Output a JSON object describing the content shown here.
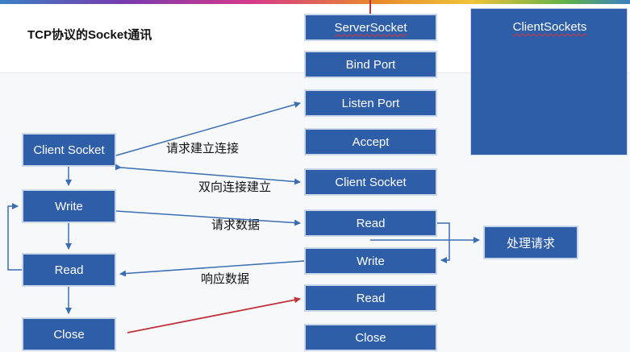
{
  "title": "TCP协议的Socket通讯",
  "server_column": [
    "ServerSocket",
    "Bind Port",
    "Listen Port",
    "Accept",
    "Client Socket",
    "Read",
    "Write",
    "Read",
    "Close"
  ],
  "client_column": [
    "Client Socket",
    "Write",
    "Read",
    "Close"
  ],
  "client_sockets_panel": "ClientSockets",
  "process_box": "处理请求",
  "edge_labels": {
    "connect_request": "请求建立连接",
    "bidirectional": "双向连接建立",
    "request_data": "请求数据",
    "response_data": "响应数据"
  },
  "colors": {
    "box": "#2f5ea8",
    "arrow": "#3a6eb4",
    "close_arrow": "#c0333b"
  }
}
